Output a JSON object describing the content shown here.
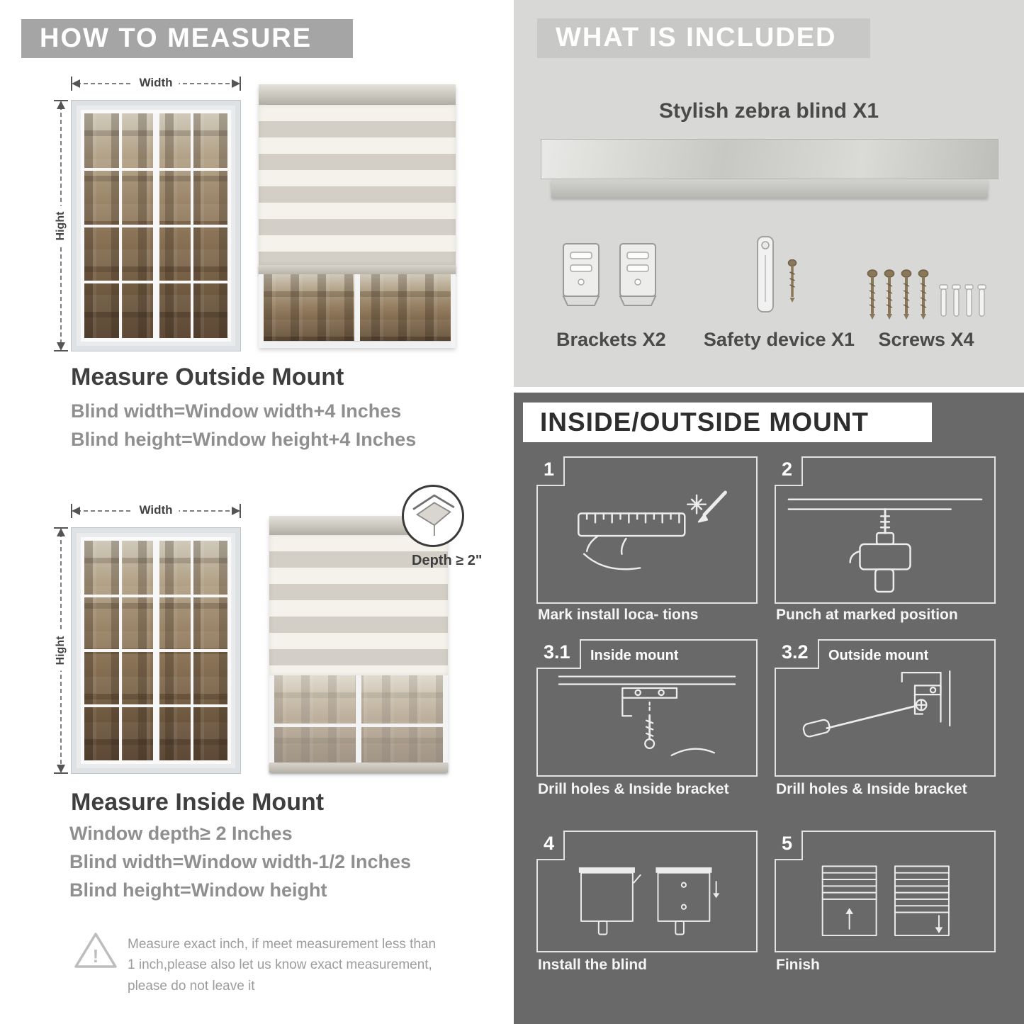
{
  "colors": {
    "banner_gray": "#a5a5a5",
    "included_banner": "#c8c8c6",
    "included_bg": "#d8d8d6",
    "dark_bg": "#696969",
    "muted_text": "#8f8f8f"
  },
  "measure": {
    "banner": "HOW TO MEASURE",
    "labels": {
      "width": "Width",
      "height": "Hight",
      "depth": "Depth ≥ 2\"",
      "warning_mark": "!"
    },
    "outside": {
      "heading": "Measure Outside Mount",
      "line1": "Blind width=Window width+4 Inches",
      "line2": "Blind height=Window height+4 Inches"
    },
    "inside": {
      "heading": "Measure Inside Mount",
      "line1": "Window depth≥ 2 Inches",
      "line2": "Blind width=Window width-1/2 Inches",
      "line3": "Blind height=Window height"
    },
    "warning_text": "Measure exact inch, if meet measurement less than 1 inch,please also let us know exact measurement, please do not leave it"
  },
  "included": {
    "banner": "WHAT IS INCLUDED",
    "product": "Stylish zebra blind X1",
    "items": [
      {
        "label": "Brackets X2"
      },
      {
        "label": "Safety device X1"
      },
      {
        "label": "Screws X4"
      }
    ]
  },
  "mount": {
    "banner": "INSIDE/OUTSIDE MOUNT",
    "steps": [
      {
        "num": "1",
        "title": "",
        "caption": "Mark install loca- tions"
      },
      {
        "num": "2",
        "title": "",
        "caption": "Punch at  marked position"
      },
      {
        "num": "3.1",
        "title": "Inside mount",
        "caption": "Drill holes &  Inside bracket"
      },
      {
        "num": "3.2",
        "title": "Outside mount",
        "caption": "Drill holes &  Inside bracket"
      },
      {
        "num": "4",
        "title": "",
        "caption": "Install the blind"
      },
      {
        "num": "5",
        "title": "",
        "caption": "Finish"
      }
    ]
  }
}
